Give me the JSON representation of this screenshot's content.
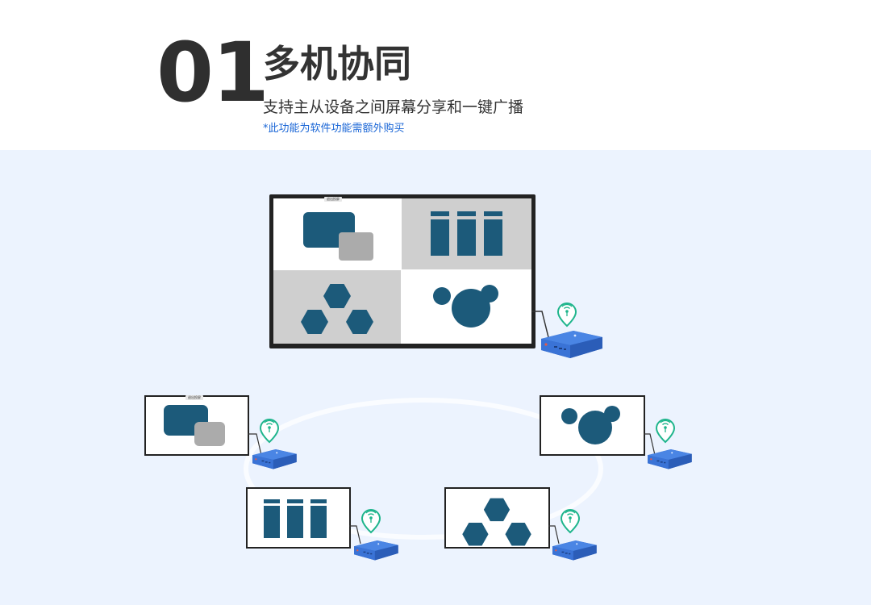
{
  "header": {
    "number": "01",
    "title": "多机协同",
    "subtitle": "支持主从设备之间屏幕分享和一键广播",
    "note": "*此功能为软件功能需额外购买"
  },
  "screens": {
    "tiny_label": "退出投屏"
  },
  "colors": {
    "accent_blue": "#1a66d6",
    "shape_teal": "#1c5a7a",
    "device_blue": "#3a73d6",
    "wifi_green": "#1fb58c",
    "stage_bg": "#ecf3fe"
  },
  "icons": [
    "wifi-pin-icon",
    "mini-pc-device-icon"
  ]
}
